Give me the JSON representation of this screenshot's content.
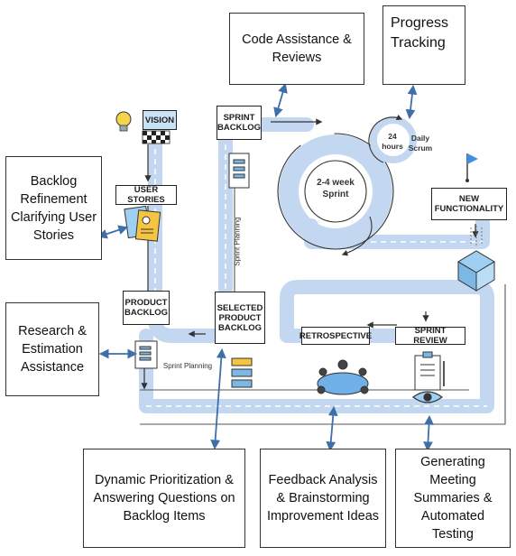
{
  "ai_boxes": {
    "code_assistance": "Code Assistance & Reviews",
    "progress_tracking": "Progress Tracking",
    "backlog_refinement": "Backlog Refinement Clarifying User Stories",
    "research_estimation": "Research & Estimation Assistance",
    "dynamic_prioritization": "Dynamic Prioritization & Answering Questions on Backlog Items",
    "feedback_analysis": "Feedback Analysis & Brainstorming Improvement Ideas",
    "generating_meeting": "Generating Meeting Summaries & Automated Testing"
  },
  "stages": {
    "vision": "VISION",
    "user_stories": "USER STORIES",
    "product_backlog": "PRODUCT BACKLOG",
    "sprint_backlog": "SPRINT BACKLOG",
    "selected_product_backlog": "SELECTED PRODUCT BACKLOG",
    "new_functionality": "NEW FUNCTIONALITY",
    "retrospective": "RETROSPECTIVE",
    "sprint_review": "SPRINT REVIEW"
  },
  "cycle": {
    "sprint_length": "2-4 week Sprint",
    "daily_period": "24 hours",
    "daily_scrum": "Daily Scrum"
  },
  "road_labels": {
    "sprint_planning_horizontal": "Sprint Planning",
    "sprint_planning_vertical": "Sprint Planning"
  },
  "colors": {
    "road": "#c3d8f0",
    "connector": "#3f6fa8",
    "icon_blue": "#7bb8e6",
    "icon_yellow": "#f5c542"
  }
}
